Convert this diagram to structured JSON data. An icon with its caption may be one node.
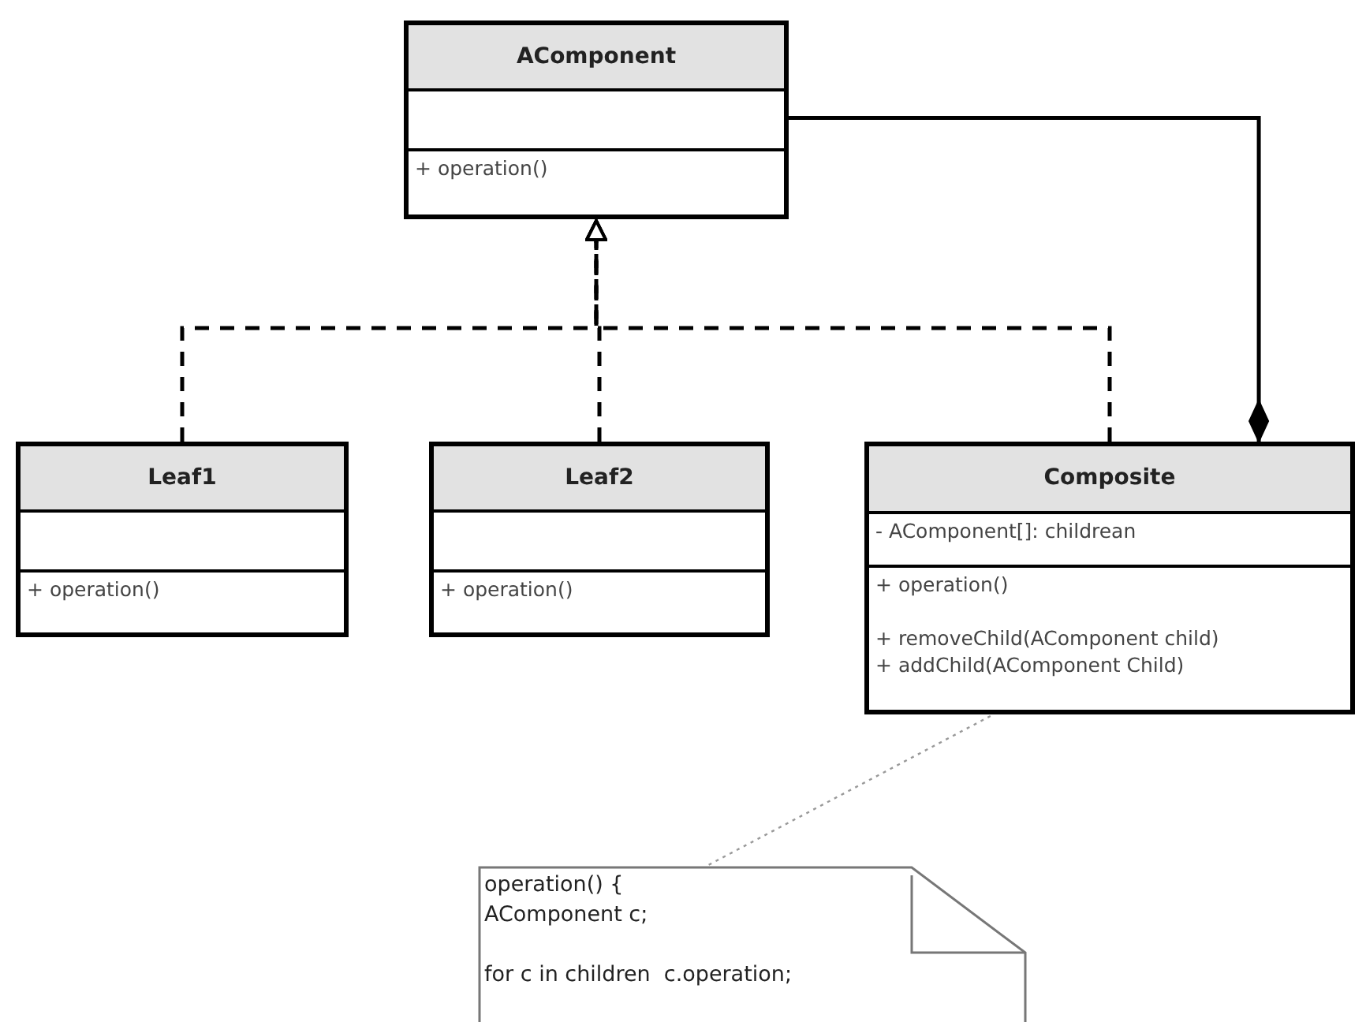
{
  "diagram": {
    "nodes": [
      {
        "text": [
          "AComponent",
          "+ operation()"
        ]
      },
      {
        "text": [
          "Leaf1",
          "+ operation()"
        ]
      },
      {
        "text": [
          "Leaf2",
          "+ operation()"
        ]
      },
      {
        "text": [
          "Composite",
          "- AComponent[]: childrean",
          "+ operation()",
          "+ removeChild(AComponent child)",
          "+ addChild(AComponent Child)"
        ]
      },
      {
        "text": [
          "operation() {",
          "AComponent c;",
          "for c in children  c.operation;"
        ]
      }
    ],
    "edges": [
      {
        "from": 1,
        "to": 0,
        "arrow": "to",
        "style": "dashed"
      },
      {
        "from": 2,
        "to": 0,
        "arrow": "to",
        "style": "dashed"
      },
      {
        "from": 3,
        "to": 0,
        "arrow": "to",
        "style": "dashed"
      },
      {
        "from": 3,
        "to": 0,
        "arrow": "other"
      },
      {
        "from": 3,
        "to": 4,
        "arrow": "none",
        "style": "dashed",
        "color": "#999999"
      }
    ]
  }
}
